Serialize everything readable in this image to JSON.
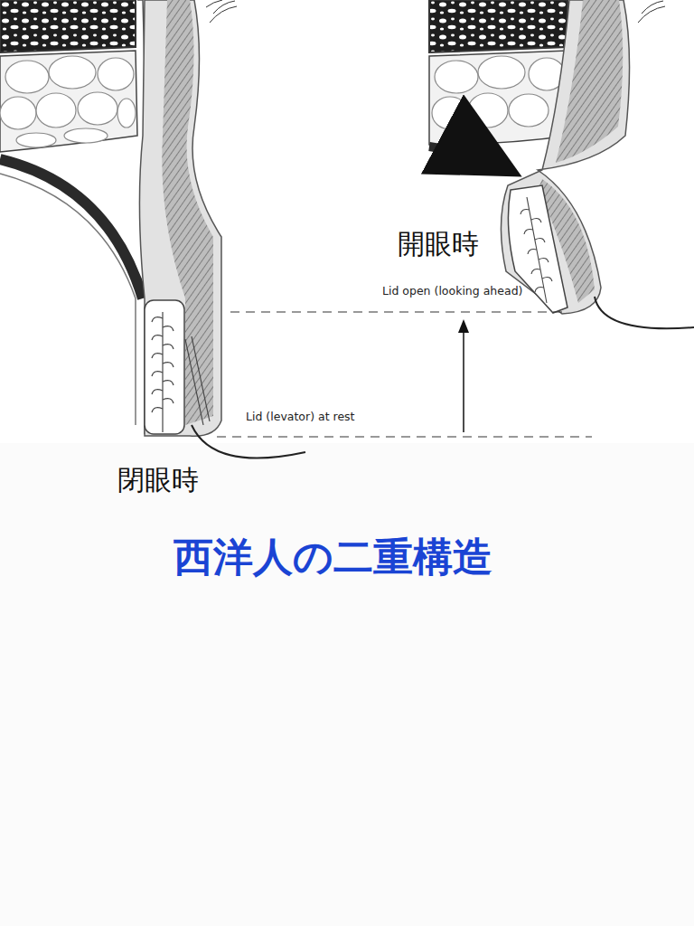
{
  "diagram": {
    "title": "西洋人の二重構造",
    "labels": [
      "開眼時",
      "Lid open (looking ahead)",
      "Lid (levator) at rest",
      "閉眼時"
    ]
  }
}
